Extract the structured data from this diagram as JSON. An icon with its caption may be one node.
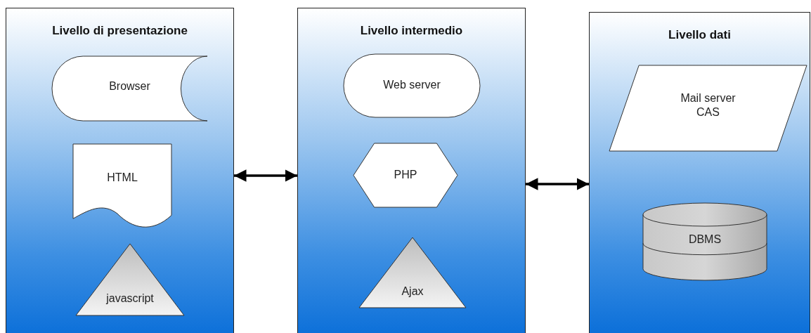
{
  "diagram": {
    "nodes": [
      {
        "text": [
          "Livello di presentazione"
        ]
      },
      {
        "text": [
          "Browser"
        ],
        "in": 0
      },
      {
        "text": [
          "HTML"
        ],
        "in": 0
      },
      {
        "text": [
          "javascript"
        ],
        "in": 0
      },
      {
        "text": [
          "Livello intermedio"
        ]
      },
      {
        "text": [
          "Web server"
        ],
        "in": 4
      },
      {
        "text": [
          "PHP"
        ],
        "in": 4
      },
      {
        "text": [
          "Ajax"
        ],
        "in": 4
      },
      {
        "text": [
          "Livello dati"
        ]
      },
      {
        "text": [
          "Mail server",
          "CAS"
        ],
        "in": 8
      },
      {
        "text": [
          "DBMS"
        ],
        "in": 8
      }
    ],
    "edges": [
      {
        "from": 0,
        "to": 4,
        "arrow": "both"
      },
      {
        "from": 4,
        "to": 8,
        "arrow": "both"
      }
    ]
  }
}
